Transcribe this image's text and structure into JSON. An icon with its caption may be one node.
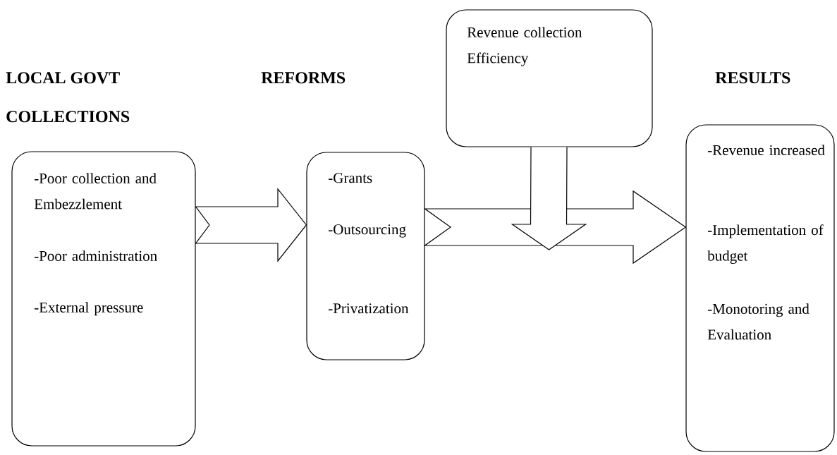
{
  "diagram": {
    "nodes": [
      {
        "text": [
          "-Poor collection and Embezzlement",
          "-Poor administration",
          "-External pressure"
        ]
      },
      {
        "text": [
          "-Grants",
          "-Outsourcing",
          "-Privatization"
        ]
      },
      {
        "text": [
          "Revenue collection Efficiency"
        ]
      },
      {
        "text": [
          "-Revenue increased",
          "-Implementation of budget",
          "-Monotoring and Evaluation"
        ]
      }
    ],
    "edges": [
      {
        "from": 0,
        "to": 1,
        "arrow": "to"
      },
      {
        "from": 1,
        "to": 3,
        "arrow": "to"
      },
      {
        "from": 2,
        "to": null,
        "arrow": "to"
      }
    ],
    "labels": [
      "LOCAL GOVT",
      "REFORMS",
      "RESULTS",
      "COLLECTIONS"
    ]
  }
}
